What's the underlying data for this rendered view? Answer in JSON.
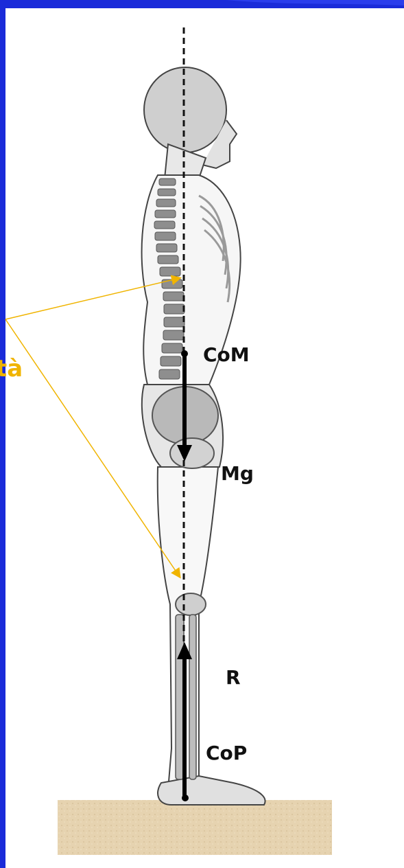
{
  "labels": {
    "com": "CoM",
    "mg": "Mg",
    "r": "R",
    "cop": "CoP",
    "partial_word": "tà"
  },
  "colors": {
    "frame_blue": "#1a2bd9",
    "annotation_orange": "#f0b400",
    "ground": "#e6d3b0",
    "skeleton_gray": "#9c9c9c",
    "force_arrow": "#000000"
  },
  "icons": [
    "human-skeleton-lateral-illustration",
    "force-arrow-down",
    "force-arrow-up"
  ]
}
